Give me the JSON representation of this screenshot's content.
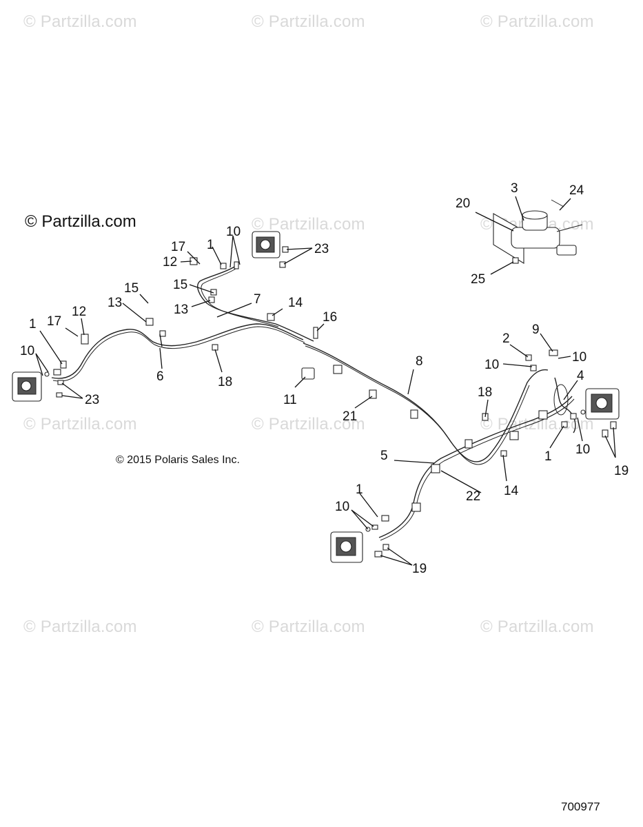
{
  "watermark": "© Partzilla.com",
  "copyright_main": "© Partzilla.com",
  "copyright_oem": "© 2015 Polaris Sales Inc.",
  "diagram_number": "700977",
  "callouts": [
    "1",
    "2",
    "3",
    "4",
    "5",
    "6",
    "7",
    "8",
    "9",
    "10",
    "11",
    "12",
    "13",
    "14",
    "15",
    "16",
    "17",
    "18",
    "19",
    "20",
    "21",
    "22",
    "23",
    "24",
    "25"
  ]
}
